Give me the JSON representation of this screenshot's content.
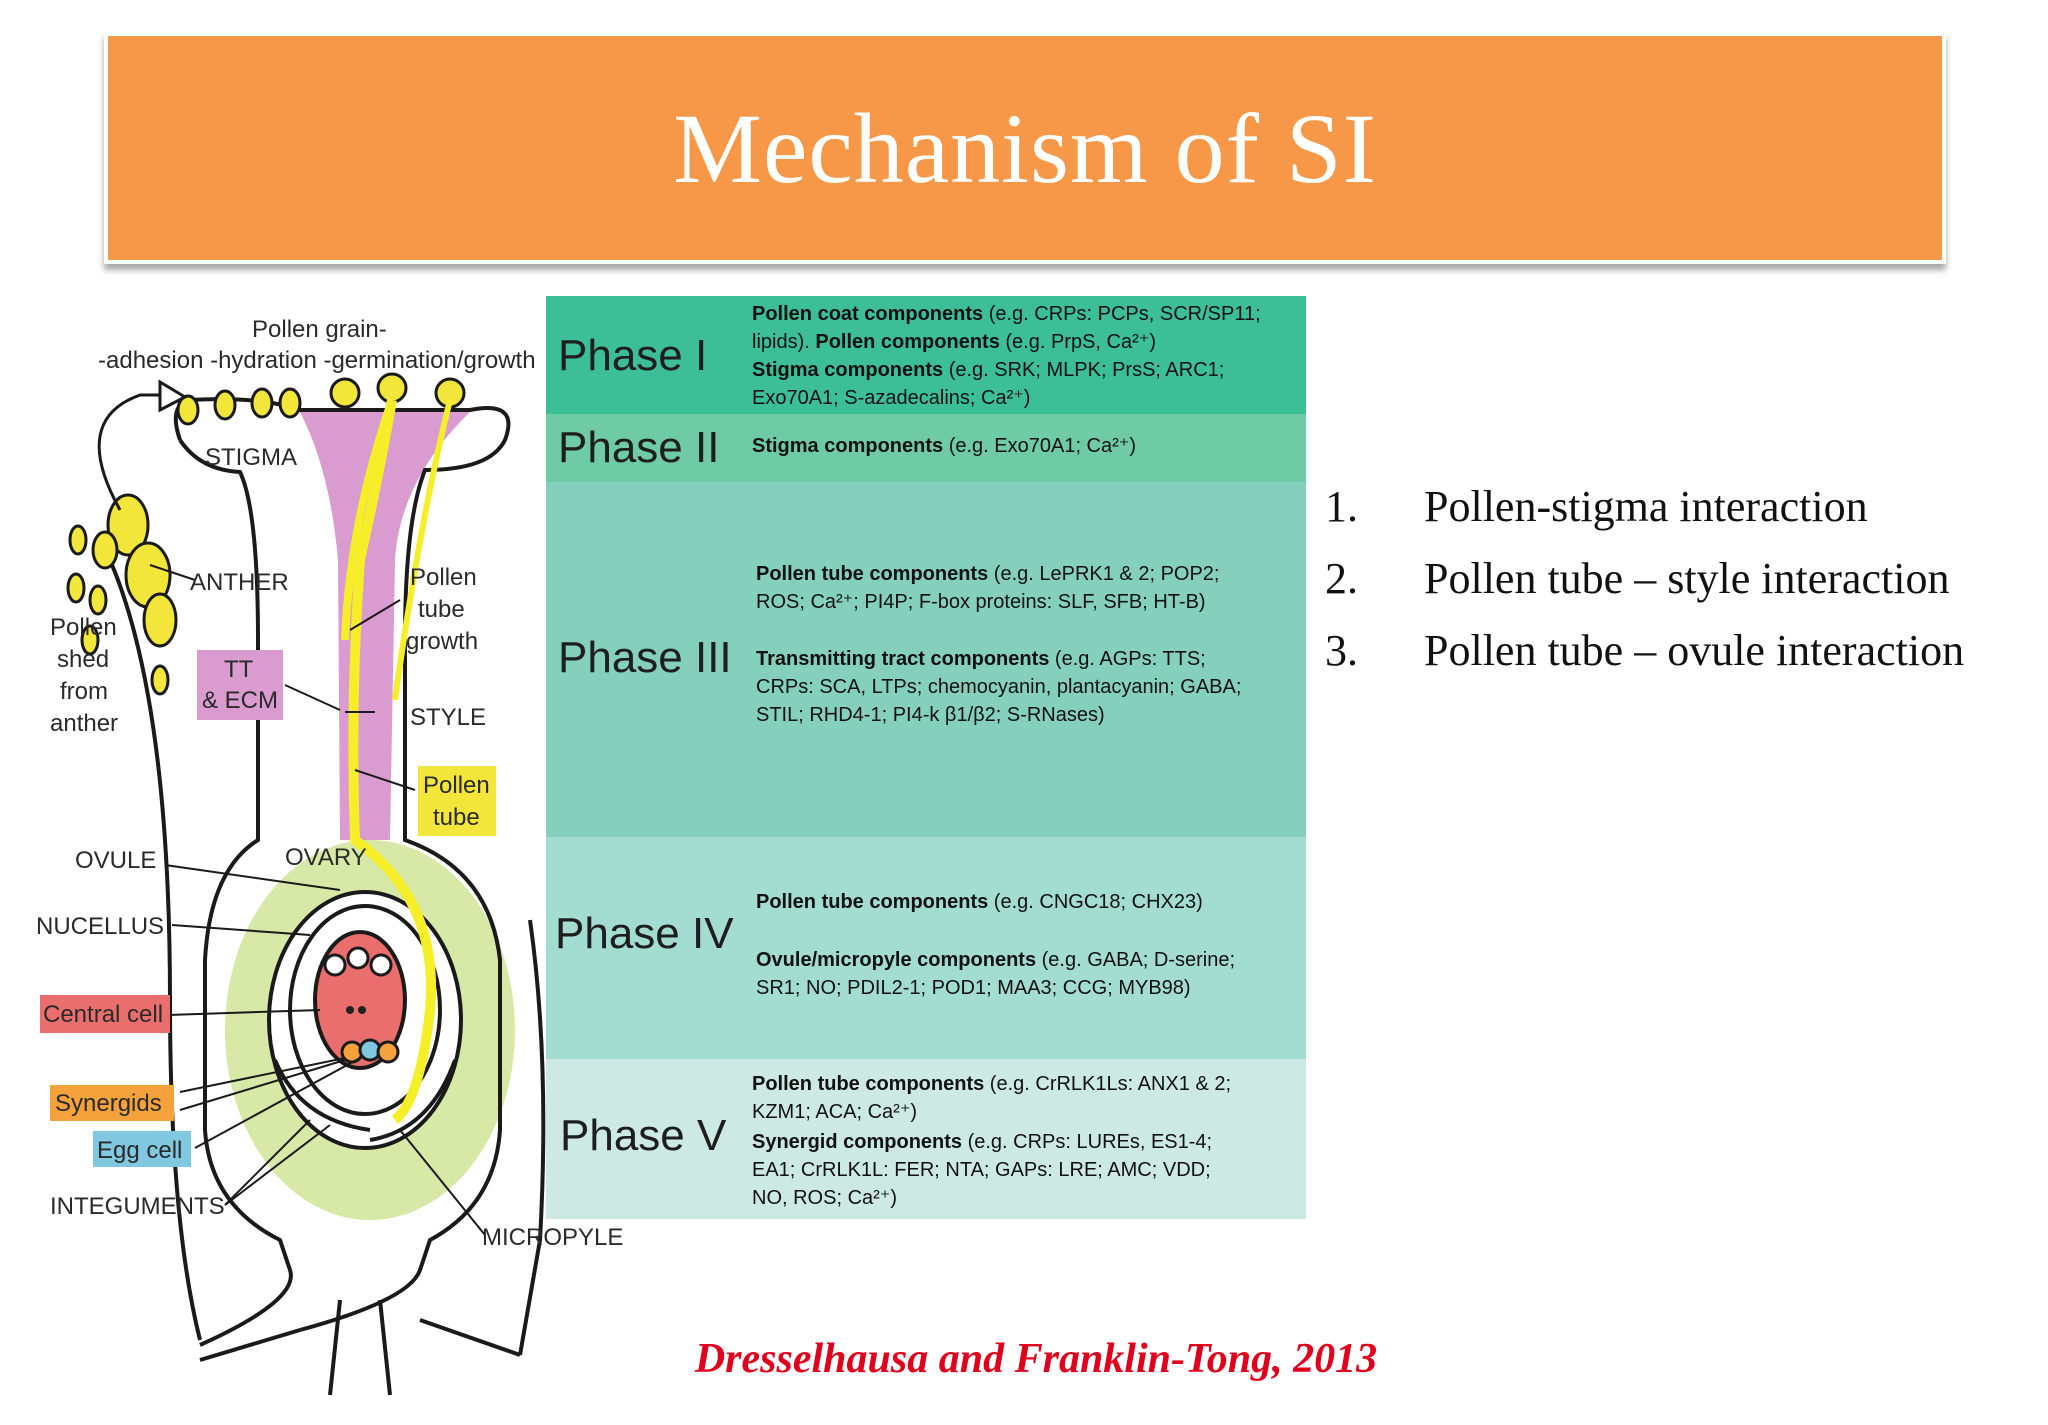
{
  "slide": {
    "title": "Mechanism of SI",
    "citation": "Dresselhausa and Franklin-Tong, 2013"
  },
  "diagram_labels": {
    "pollen_grain": "Pollen grain-",
    "stages": "-adhesion -hydration -germination/growth",
    "stigma": "STIGMA",
    "anther": "ANTHER",
    "pollen_shed": [
      "Pollen",
      "shed",
      "from",
      "anther"
    ],
    "pollen_tube_growth": [
      "Pollen",
      "tube",
      "growth"
    ],
    "tt_ecm": [
      "TT",
      "& ECM"
    ],
    "style": "STYLE",
    "pollen_tube_box": [
      "Pollen",
      "tube"
    ],
    "ovule": "OVULE",
    "ovary": "OVARY",
    "nucellus": "NUCELLUS",
    "central_cell": "Central cell",
    "synergids": "Synergids",
    "egg_cell": "Egg cell",
    "integuments": "INTEGUMENTS",
    "micropyle": "MICROPYLE"
  },
  "phases": [
    {
      "label": "Phase I",
      "color": "#3cbf97",
      "lines": [
        {
          "b": "Pollen coat components",
          "n": " (e.g. CRPs: PCPs, SCR/SP11;"
        },
        {
          "b": "",
          "n": "lipids). "
        },
        {
          "b": "Pollen components",
          "n": " (e.g. PrpS, Ca²⁺)"
        },
        {
          "b": "Stigma components",
          "n": " (e.g. SRK; MLPK; PrsS; ARC1;"
        },
        {
          "b": "",
          "n": "Exo70A1; S-azadecalins; Ca²⁺)"
        }
      ]
    },
    {
      "label": "Phase II",
      "color": "#6ecba6",
      "lines": [
        {
          "b": "Stigma components",
          "n": " (e.g. Exo70A1; Ca²⁺)"
        }
      ]
    },
    {
      "label": "Phase III",
      "color": "#85d0bd",
      "lines": [
        {
          "b": "Pollen tube components",
          "n": " (e.g. LePRK1 & 2; POP2;"
        },
        {
          "b": "",
          "n": "ROS; Ca²⁺; PI4P; F-box proteins: SLF, SFB; HT-B)"
        },
        {
          "b": "Transmitting tract components",
          "n": " (e.g. AGPs: TTS;"
        },
        {
          "b": "",
          "n": "CRPs: SCA, LTPs; chemocyanin, plantacyanin; GABA;"
        },
        {
          "b": "",
          "n": "STIL; RHD4-1; PI4-k β1/β2; S-RNases)"
        }
      ]
    },
    {
      "label": "Phase IV",
      "color": "#a3dcd0",
      "lines": [
        {
          "b": "Pollen tube components",
          "n": " (e.g. CNGC18; CHX23)"
        },
        {
          "b": "Ovule/micropyle components",
          "n": " (e.g. GABA; D-serine;"
        },
        {
          "b": "",
          "n": "SR1; NO; PDIL2-1; POD1; MAA3; CCG; MYB98)"
        }
      ]
    },
    {
      "label": "Phase V",
      "color": "#cde9e4",
      "lines": [
        {
          "b": "Pollen tube components",
          "n": " (e.g. CrRLK1Ls: ANX1 & 2;"
        },
        {
          "b": "",
          "n": "KZM1; ACA; Ca²⁺)"
        },
        {
          "b": "Synergid components",
          "n": " (e.g. CRPs: LUREs, ES1-4;"
        },
        {
          "b": "",
          "n": "EA1; CrRLK1L: FER; NTA; GAPs: LRE; AMC; VDD;"
        },
        {
          "b": "",
          "n": "NO, ROS; Ca²⁺)"
        }
      ]
    }
  ],
  "list": [
    {
      "num": "1.",
      "text": "Pollen-stigma interaction"
    },
    {
      "num": "2.",
      "text": "Pollen tube – style interaction"
    },
    {
      "num": "3.",
      "text": "Pollen tube – ovule interaction"
    }
  ]
}
